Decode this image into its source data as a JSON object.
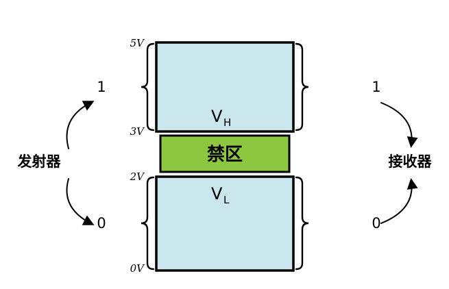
{
  "diagram": {
    "transmitter": {
      "label": "发射器",
      "one": "1",
      "zero": "0"
    },
    "receiver": {
      "label": "接收器",
      "one": "1",
      "zero": "0"
    },
    "regions": {
      "high": {
        "symbol": "V",
        "subscript": "H"
      },
      "low": {
        "symbol": "V",
        "subscript": "L"
      },
      "forbidden": {
        "label": "禁区"
      }
    },
    "voltages": {
      "max": "5V",
      "vih": "3V",
      "vil": "2V",
      "min": "0V"
    },
    "colors": {
      "level_fill": "#c8e6eb",
      "forbidden_fill": "#8dc63f",
      "outline": "#000000"
    }
  }
}
